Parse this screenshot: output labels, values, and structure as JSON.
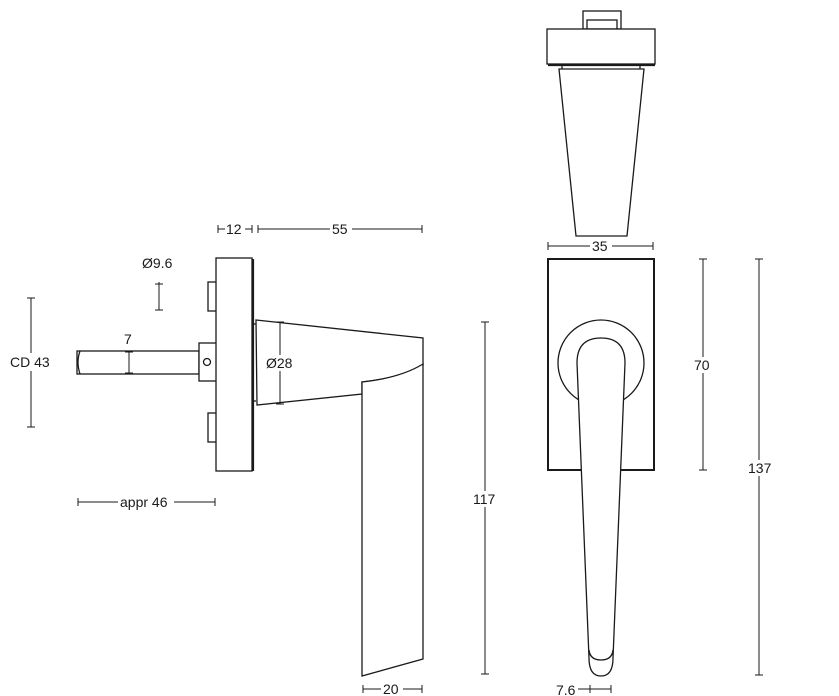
{
  "drawing": {
    "subject": "window handle technical drawing",
    "views": [
      "side-view",
      "top-view",
      "front-view"
    ],
    "line_color": "#1a1a1a",
    "background": "#ffffff"
  },
  "dimensions": {
    "cd": "CD 43",
    "spindle_diameter": "Ø9.6",
    "spindle_square": "7",
    "spindle_length": "appr 46",
    "rose_thickness": "12",
    "handle_projection": "55",
    "neck_diameter": "Ø28",
    "lever_height": "117",
    "lever_tip_width": "20",
    "rose_width": "35",
    "rose_height": "70",
    "overall_height": "137",
    "tip_radius": "7.6"
  }
}
